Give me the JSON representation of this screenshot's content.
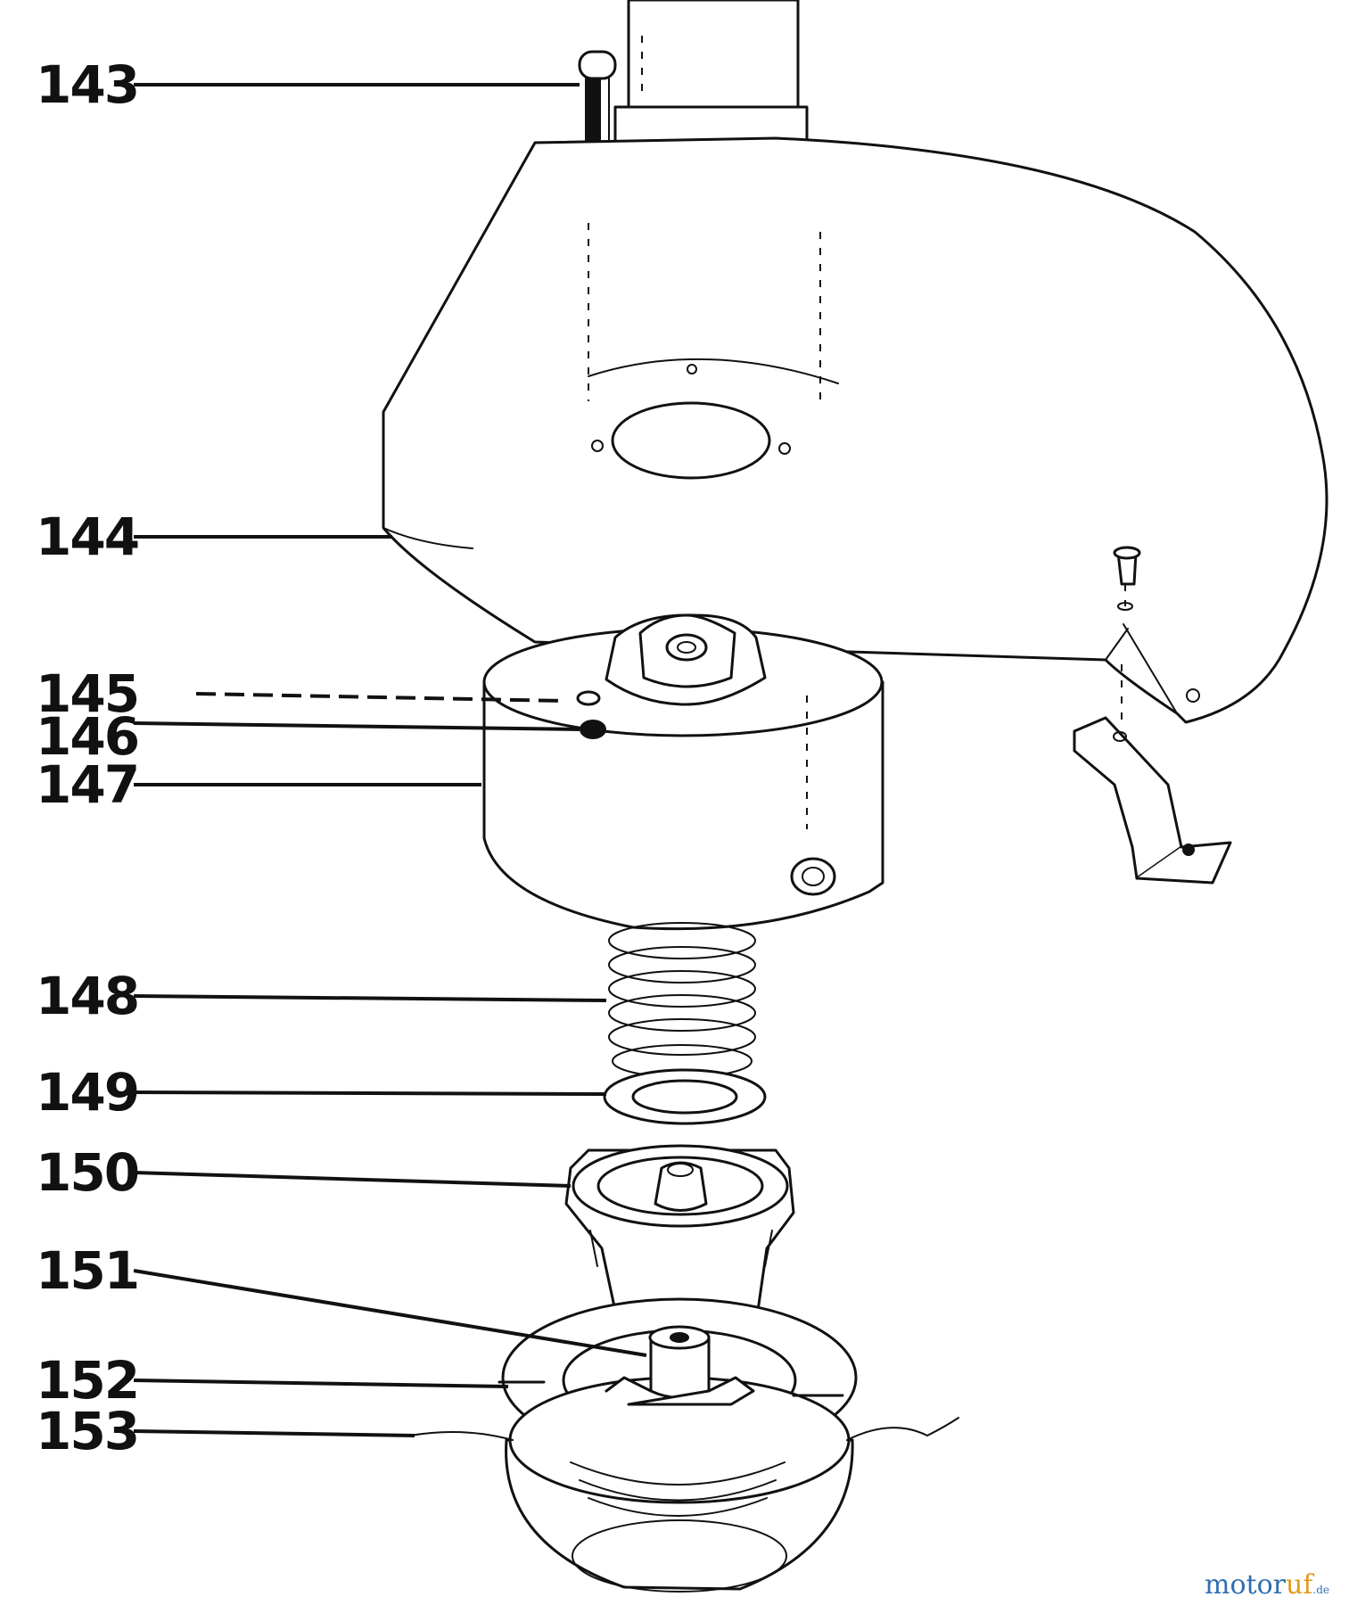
{
  "diagram": {
    "parts": [
      {
        "number": "143"
      },
      {
        "number": "144"
      },
      {
        "number": "145"
      },
      {
        "number": "146"
      },
      {
        "number": "147"
      },
      {
        "number": "148"
      },
      {
        "number": "149"
      },
      {
        "number": "150"
      },
      {
        "number": "151"
      },
      {
        "number": "152"
      },
      {
        "number": "153"
      }
    ]
  },
  "watermark": {
    "main": "motor",
    "accent": "uf",
    "tld": ".de"
  }
}
